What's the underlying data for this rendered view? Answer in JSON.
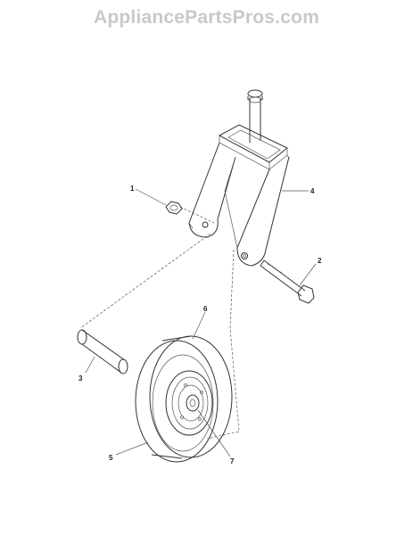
{
  "watermark": "AppliancePartsPros.com",
  "callouts": {
    "c1": "1",
    "c2": "2",
    "c3": "3",
    "c4": "4",
    "c5": "5",
    "c6": "6",
    "c7": "7"
  }
}
